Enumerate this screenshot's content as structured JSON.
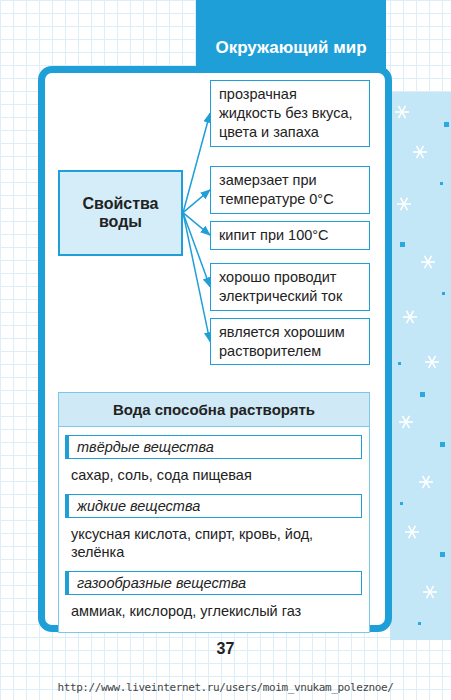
{
  "diagram": {
    "title": "Окружающий мир",
    "nodes": [
      {
        "text": [
          "Свойства воды"
        ]
      },
      {
        "text": [
          "прозрачная жидкость без вкуса, цвета и запаха"
        ]
      },
      {
        "text": [
          "замерзает при температуре 0°C"
        ]
      },
      {
        "text": [
          "кипит при 100°C"
        ]
      },
      {
        "text": [
          "хорошо проводит электрический ток"
        ]
      },
      {
        "text": [
          "является хорошим растворителем"
        ]
      },
      {
        "text": [
          "Вода способна растворять"
        ]
      },
      {
        "text": [
          "твёрдые вещества",
          "сахар, соль, сода пищевая"
        ],
        "in": 6
      },
      {
        "text": [
          "жидкие вещества",
          "уксусная кислота, спирт, кровь, йод, зелёнка"
        ],
        "in": 6
      },
      {
        "text": [
          "газообразные вещества",
          "аммиак, кислород, углекислый газ"
        ],
        "in": 6
      }
    ],
    "edges": [
      {
        "from": 0,
        "to": 1,
        "arrow": "to"
      },
      {
        "from": 0,
        "to": 2,
        "arrow": "to"
      },
      {
        "from": 0,
        "to": 3,
        "arrow": "to"
      },
      {
        "from": 0,
        "to": 4,
        "arrow": "to"
      },
      {
        "from": 0,
        "to": 5,
        "arrow": "to"
      }
    ],
    "labels": [
      "37",
      "http://www.liveinternet.ru/users/moim_vnukam_poleznoe/"
    ]
  }
}
